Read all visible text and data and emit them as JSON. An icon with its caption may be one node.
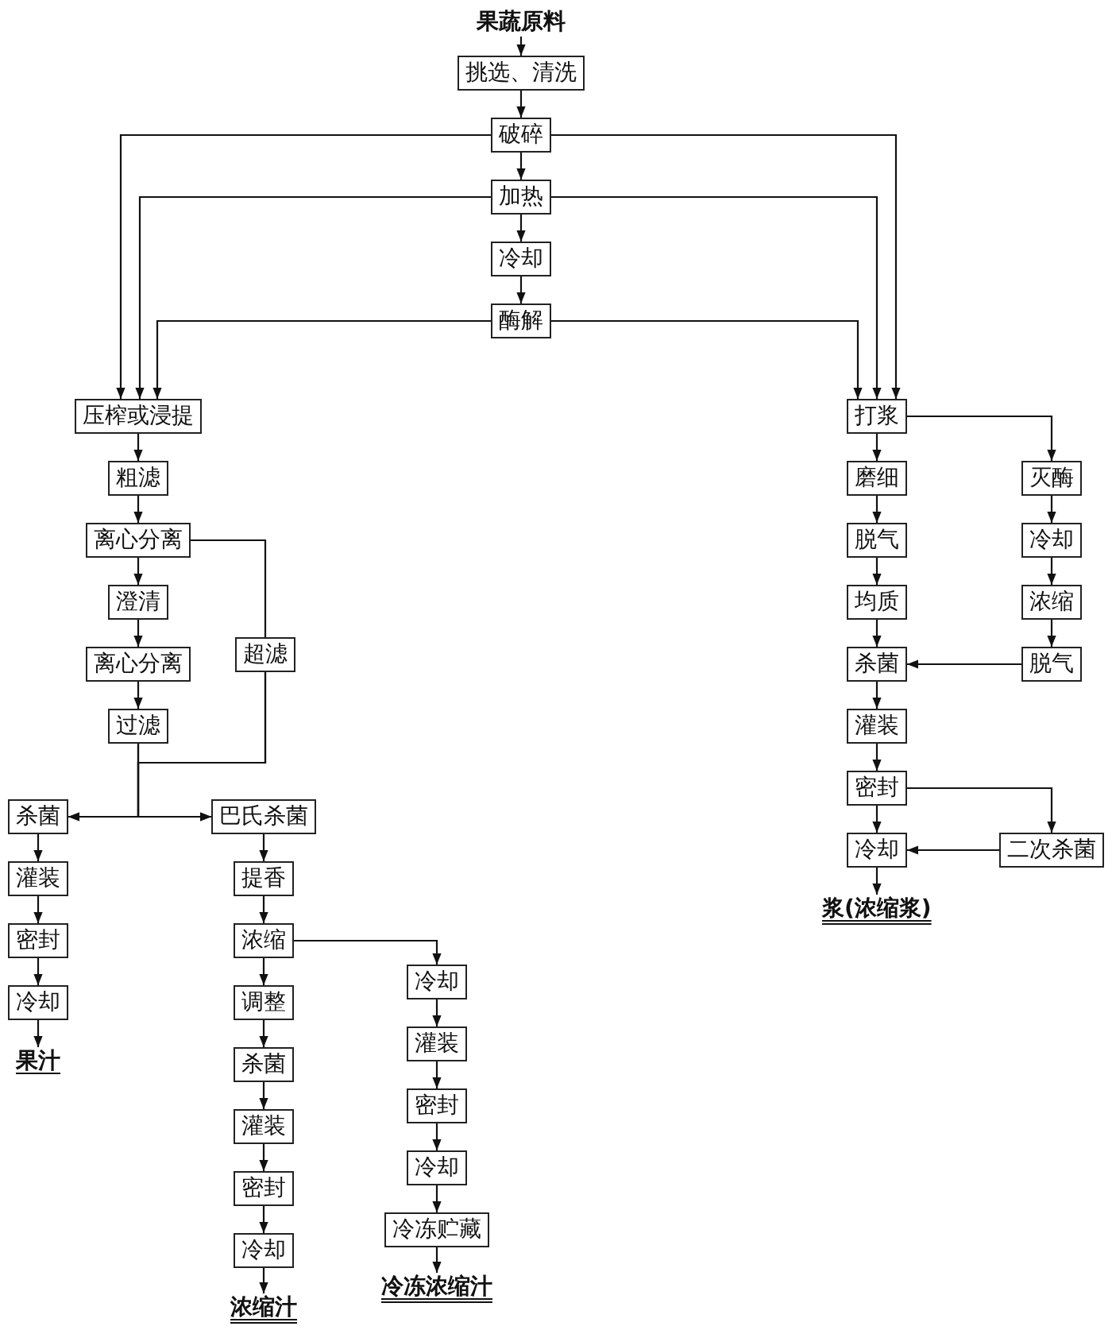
{
  "diagram": {
    "nodes": [
      {
        "text": [
          "果蔬原料"
        ]
      },
      {
        "text": [
          "挑选、清洗"
        ]
      },
      {
        "text": [
          "破碎"
        ]
      },
      {
        "text": [
          "加热"
        ]
      },
      {
        "text": [
          "冷却"
        ]
      },
      {
        "text": [
          "酶解"
        ]
      },
      {
        "text": [
          "压榨或浸提"
        ]
      },
      {
        "text": [
          "打浆"
        ]
      },
      {
        "text": [
          "粗滤"
        ]
      },
      {
        "text": [
          "离心分离"
        ]
      },
      {
        "text": [
          "澄清"
        ]
      },
      {
        "text": [
          "离心分离"
        ]
      },
      {
        "text": [
          "过滤"
        ]
      },
      {
        "text": [
          "超滤"
        ]
      },
      {
        "text": [
          "杀菌"
        ]
      },
      {
        "text": [
          "巴氏杀菌"
        ]
      },
      {
        "text": [
          "灌装"
        ]
      },
      {
        "text": [
          "密封"
        ]
      },
      {
        "text": [
          "冷却"
        ]
      },
      {
        "text": [
          "果汁"
        ]
      },
      {
        "text": [
          "提香"
        ]
      },
      {
        "text": [
          "浓缩"
        ]
      },
      {
        "text": [
          "调整"
        ]
      },
      {
        "text": [
          "杀菌"
        ]
      },
      {
        "text": [
          "灌装"
        ]
      },
      {
        "text": [
          "密封"
        ]
      },
      {
        "text": [
          "冷却"
        ]
      },
      {
        "text": [
          "浓缩汁"
        ]
      },
      {
        "text": [
          "冷却"
        ]
      },
      {
        "text": [
          "灌装"
        ]
      },
      {
        "text": [
          "密封"
        ]
      },
      {
        "text": [
          "冷却"
        ]
      },
      {
        "text": [
          "冷冻贮藏"
        ]
      },
      {
        "text": [
          "冷冻浓缩汁"
        ]
      },
      {
        "text": [
          "磨细"
        ]
      },
      {
        "text": [
          "脱气"
        ]
      },
      {
        "text": [
          "均质"
        ]
      },
      {
        "text": [
          "杀菌"
        ]
      },
      {
        "text": [
          "灌装"
        ]
      },
      {
        "text": [
          "密封"
        ]
      },
      {
        "text": [
          "冷却"
        ]
      },
      {
        "text": [
          "浆(浓缩浆)"
        ]
      },
      {
        "text": [
          "灭酶"
        ]
      },
      {
        "text": [
          "冷却"
        ]
      },
      {
        "text": [
          "浓缩"
        ]
      },
      {
        "text": [
          "脱气"
        ]
      },
      {
        "text": [
          "二次杀菌"
        ]
      }
    ],
    "edges": [
      {
        "from": 0,
        "to": 1,
        "arrow": "to"
      },
      {
        "from": 1,
        "to": 2,
        "arrow": "to"
      },
      {
        "from": 2,
        "to": 3,
        "arrow": "to"
      },
      {
        "from": 3,
        "to": 4,
        "arrow": "to"
      },
      {
        "from": 4,
        "to": 5,
        "arrow": "to"
      },
      {
        "from": 2,
        "to": 6,
        "arrow": "to"
      },
      {
        "from": 3,
        "to": 6,
        "arrow": "to"
      },
      {
        "from": 5,
        "to": 6,
        "arrow": "to"
      },
      {
        "from": 2,
        "to": 7,
        "arrow": "to"
      },
      {
        "from": 3,
        "to": 7,
        "arrow": "to"
      },
      {
        "from": 5,
        "to": 7,
        "arrow": "to"
      },
      {
        "from": 6,
        "to": 8,
        "arrow": "to"
      },
      {
        "from": 8,
        "to": 9,
        "arrow": "to"
      },
      {
        "from": 9,
        "to": 10,
        "arrow": "to"
      },
      {
        "from": 10,
        "to": 11,
        "arrow": "to"
      },
      {
        "from": 11,
        "to": 12,
        "arrow": "to"
      },
      {
        "from": 9,
        "to": 13,
        "arrow": "none"
      },
      {
        "from": 12,
        "to": 14,
        "arrow": "to"
      },
      {
        "from": 12,
        "to": 15,
        "arrow": "to"
      },
      {
        "from": 13,
        "to": 14,
        "arrow": "to"
      },
      {
        "from": 13,
        "to": 15,
        "arrow": "to"
      },
      {
        "from": 14,
        "to": 16,
        "arrow": "to"
      },
      {
        "from": 16,
        "to": 17,
        "arrow": "to"
      },
      {
        "from": 17,
        "to": 18,
        "arrow": "to"
      },
      {
        "from": 18,
        "to": 19,
        "arrow": "to"
      },
      {
        "from": 15,
        "to": 20,
        "arrow": "to"
      },
      {
        "from": 20,
        "to": 21,
        "arrow": "to"
      },
      {
        "from": 21,
        "to": 22,
        "arrow": "to"
      },
      {
        "from": 22,
        "to": 23,
        "arrow": "to"
      },
      {
        "from": 23,
        "to": 24,
        "arrow": "to"
      },
      {
        "from": 24,
        "to": 25,
        "arrow": "to"
      },
      {
        "from": 25,
        "to": 26,
        "arrow": "to"
      },
      {
        "from": 26,
        "to": 27,
        "arrow": "to"
      },
      {
        "from": 21,
        "to": 28,
        "arrow": "to"
      },
      {
        "from": 28,
        "to": 29,
        "arrow": "to"
      },
      {
        "from": 29,
        "to": 30,
        "arrow": "to"
      },
      {
        "from": 30,
        "to": 31,
        "arrow": "to"
      },
      {
        "from": 31,
        "to": 32,
        "arrow": "to"
      },
      {
        "from": 32,
        "to": 33,
        "arrow": "to"
      },
      {
        "from": 7,
        "to": 34,
        "arrow": "to"
      },
      {
        "from": 34,
        "to": 35,
        "arrow": "to"
      },
      {
        "from": 35,
        "to": 36,
        "arrow": "to"
      },
      {
        "from": 36,
        "to": 37,
        "arrow": "to"
      },
      {
        "from": 37,
        "to": 38,
        "arrow": "to"
      },
      {
        "from": 38,
        "to": 39,
        "arrow": "to"
      },
      {
        "from": 39,
        "to": 40,
        "arrow": "to"
      },
      {
        "from": 40,
        "to": 41,
        "arrow": "to"
      },
      {
        "from": 7,
        "to": 42,
        "arrow": "to"
      },
      {
        "from": 42,
        "to": 43,
        "arrow": "to"
      },
      {
        "from": 43,
        "to": 44,
        "arrow": "to"
      },
      {
        "from": 44,
        "to": 45,
        "arrow": "to"
      },
      {
        "from": 45,
        "to": 37,
        "arrow": "to"
      },
      {
        "from": 39,
        "to": 46,
        "arrow": "to"
      },
      {
        "from": 46,
        "to": 40,
        "arrow": "to"
      }
    ]
  }
}
